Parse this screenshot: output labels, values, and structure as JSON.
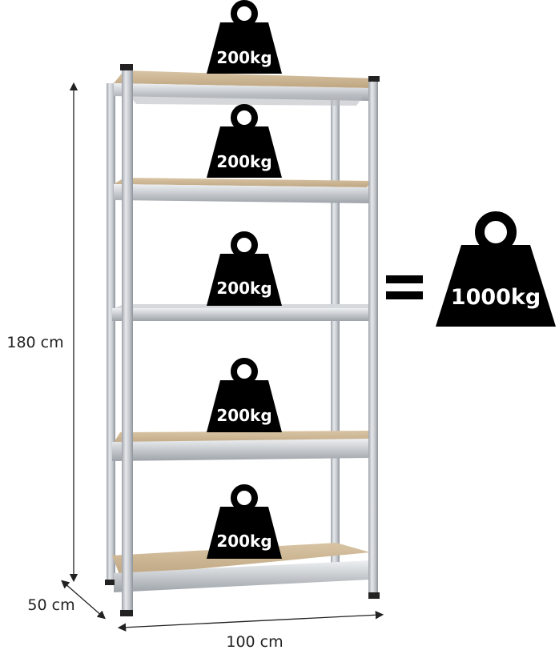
{
  "shelf_weights": [
    "200kg",
    "200kg",
    "200kg",
    "200kg",
    "200kg"
  ],
  "equals_sign": "=",
  "total_weight": "1000kg",
  "dimensions": {
    "height": "180 cm",
    "depth": "50 cm",
    "width": "100 cm"
  },
  "colors": {
    "weight_fill": "#000000",
    "weight_text": "#ffffff",
    "steel": "#c9ccd0",
    "board": "#cbb493",
    "dimension_line": "#222222"
  }
}
